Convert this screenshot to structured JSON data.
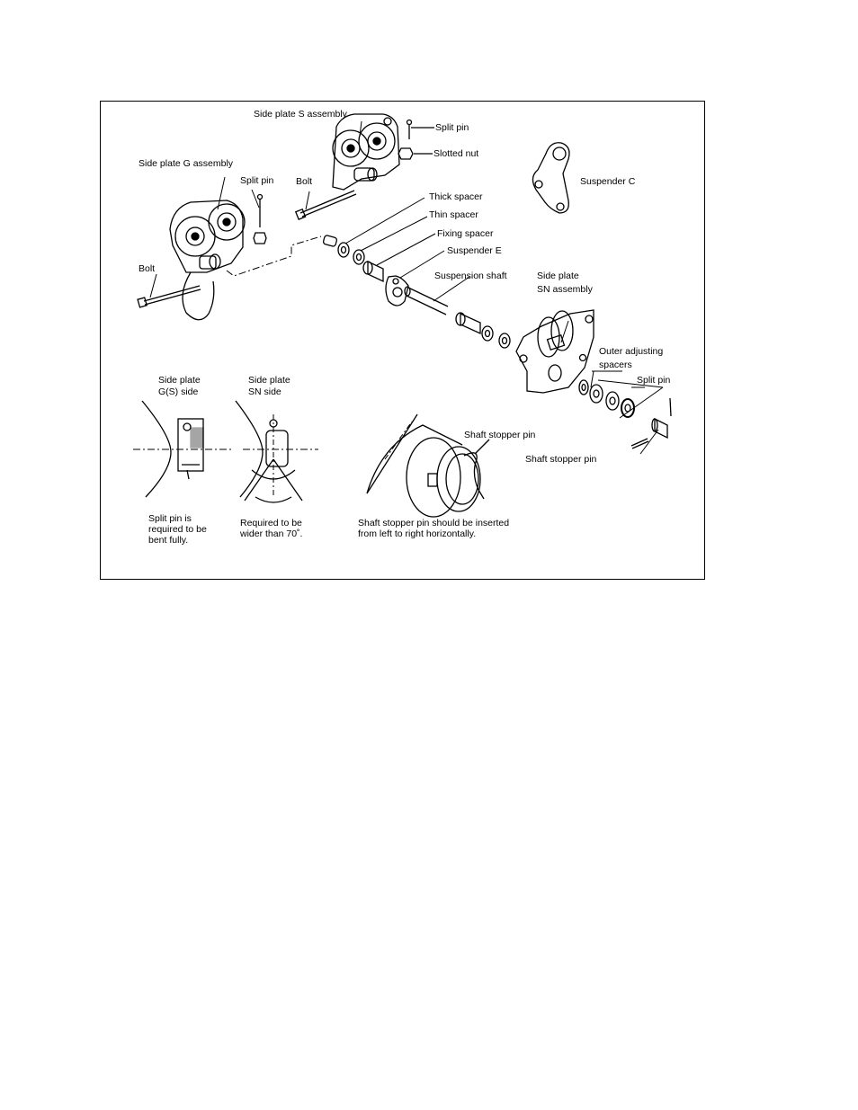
{
  "labels": {
    "side_plate_s_assembly": "Side plate S assembly",
    "split_pin_top": "Split pin",
    "slotted_nut": "Slotted nut",
    "side_plate_g_assembly": "Side plate  G assembly",
    "split_pin_left": "Split pin",
    "bolt_top": "Bolt",
    "suspender_c": "Suspender C",
    "thick_spacer": "Thick spacer",
    "thin_spacer": "Thin spacer",
    "fixing_spacer": "Fixing spacer",
    "suspender_e": "Suspender E",
    "bolt_left": "Bolt",
    "suspension_shaft": "Suspension shaft",
    "side_plate_sn_l1": "Side plate",
    "side_plate_sn_l2": "SN assembly",
    "outer_adjusting_l1": "Outer adjusting",
    "outer_adjusting_l2": "spacers",
    "split_pin_right": "Split pin",
    "shaft_stopper_pin_detail": "Shaft stopper pin",
    "shaft_stopper_pin_right": "Shaft stopper pin"
  },
  "details": {
    "gs_side_l1": "Side plate",
    "gs_side_l2": "G(S) side",
    "sn_side_l1": "Side plate",
    "sn_side_l2": "SN side",
    "gs_note_l1": "Split pin is",
    "gs_note_l2": "required to be",
    "gs_note_l3": "bent fully.",
    "sn_note_l1": "Required to be",
    "sn_note_l2": "wider than 70˚.",
    "stopper_note_l1": "Shaft stopper pin should be inserted",
    "stopper_note_l2": "from left to right horizontally."
  }
}
